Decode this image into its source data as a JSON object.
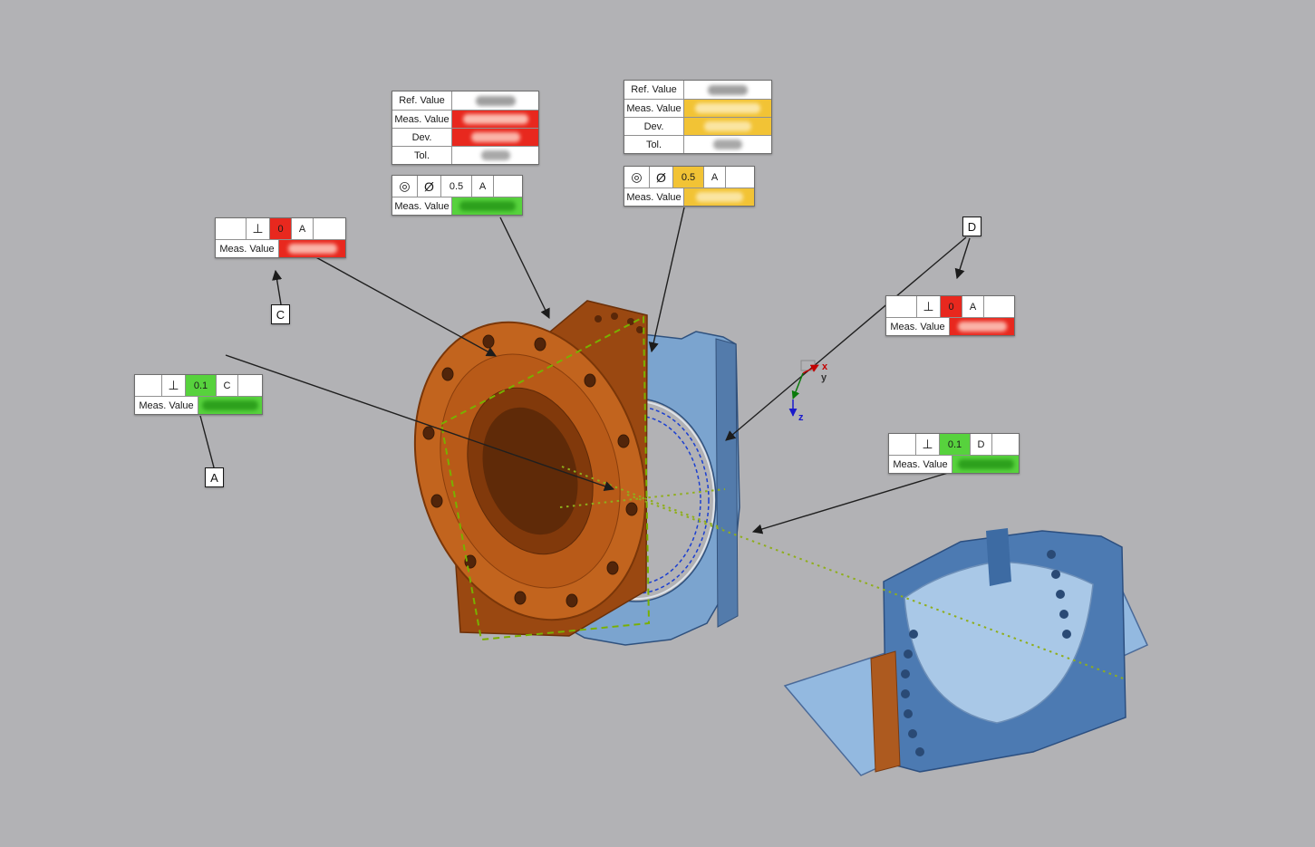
{
  "labels": {
    "ref": "Ref. Value",
    "meas": "Meas. Value",
    "dev": "Dev.",
    "tol": "Tol."
  },
  "symbols": {
    "concentricity": "◎",
    "diameter": "Ø",
    "perpendicularity": "⊥"
  },
  "callouts": {
    "flange_concentricity": {
      "tolerance": "0.5",
      "datum": "A"
    },
    "plate_concentricity": {
      "tolerance": "0.5",
      "datum": "A"
    },
    "perp_c": {
      "tolerance": "0",
      "datum": "A"
    },
    "perp_a": {
      "tolerance": "0.1",
      "datum": "C"
    },
    "perp_d": {
      "tolerance": "0",
      "datum": "A"
    },
    "perp_d2": {
      "tolerance": "0.1",
      "datum": "D"
    }
  },
  "datum_labels": {
    "a": "A",
    "c": "C",
    "d": "D"
  },
  "axis": {
    "x": "x",
    "y": "y",
    "z": "z"
  },
  "colors": {
    "fail_red": "#e8281e",
    "warn_yellow": "#f2c335",
    "pass_green": "#57d23d",
    "datum_plane_green": "#79b000",
    "background": "#b2b2b5"
  }
}
